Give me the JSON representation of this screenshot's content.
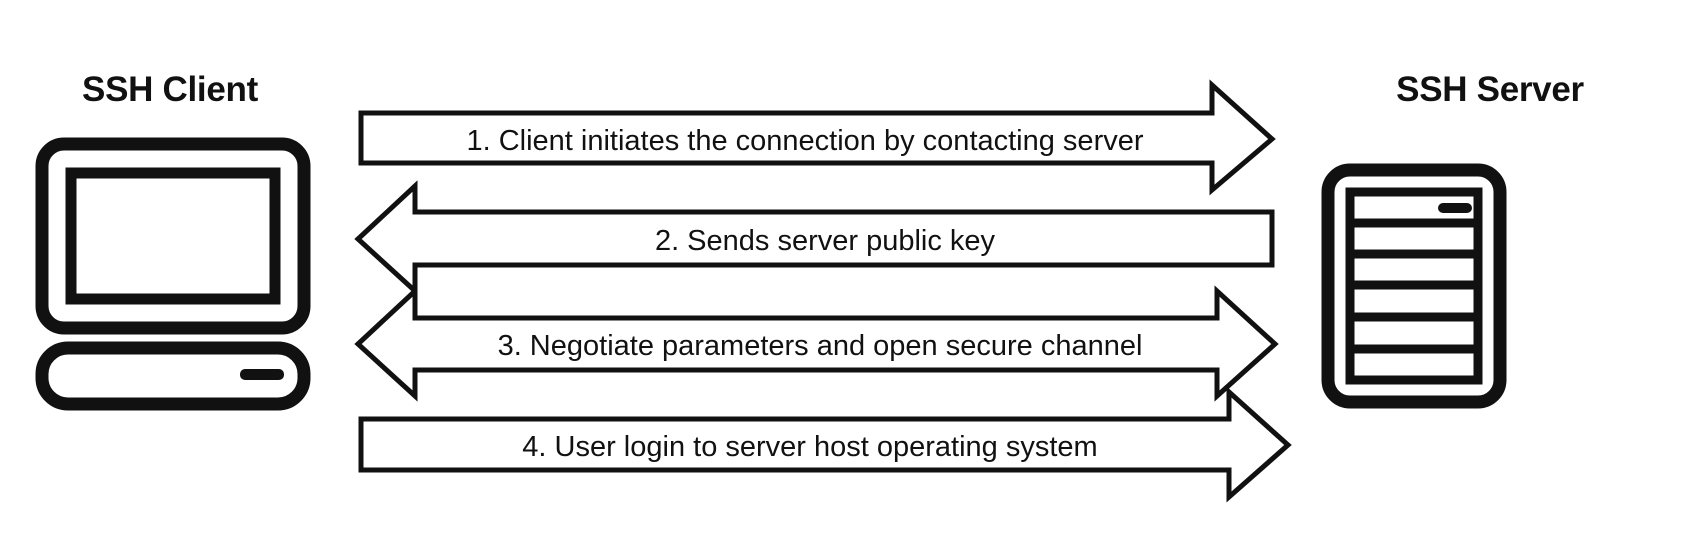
{
  "diagram": {
    "title_client": "SSH Client",
    "title_server": "SSH Server",
    "background_color": "#ffffff",
    "line_color": "#111111",
    "nodes": [
      {
        "id": "client",
        "label": "SSH Client",
        "icon": "desktop-computer-icon"
      },
      {
        "id": "server",
        "label": "SSH Server",
        "icon": "server-rack-icon"
      }
    ],
    "steps": [
      {
        "number": "1",
        "label": "1. Client initiates the connection by contacting server",
        "direction": "right",
        "from": "client",
        "to": "server"
      },
      {
        "number": "2",
        "label": "2. Sends server public key",
        "direction": "left",
        "from": "server",
        "to": "client"
      },
      {
        "number": "3",
        "label": "3. Negotiate parameters and open secure channel",
        "direction": "both",
        "from": "client",
        "to": "server"
      },
      {
        "number": "4",
        "label": "4. User login to server host operating system",
        "direction": "right",
        "from": "client",
        "to": "server"
      }
    ]
  }
}
